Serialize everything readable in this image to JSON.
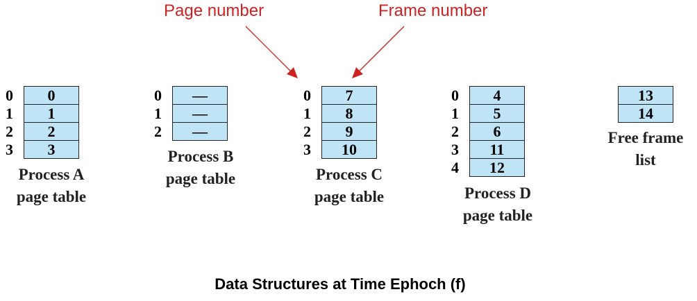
{
  "annotations": {
    "page_number": "Page number",
    "frame_number": "Frame number",
    "color": "#cc2222"
  },
  "cell_fill": "#bfe4f5",
  "tables": [
    {
      "id": "process-a",
      "caption_line1": "Process A",
      "caption_line2": "page table",
      "rows": [
        {
          "index": "0",
          "value": "0"
        },
        {
          "index": "1",
          "value": "1"
        },
        {
          "index": "2",
          "value": "2"
        },
        {
          "index": "3",
          "value": "3"
        }
      ]
    },
    {
      "id": "process-b",
      "caption_line1": "Process B",
      "caption_line2": "page table",
      "rows": [
        {
          "index": "0",
          "value": "—"
        },
        {
          "index": "1",
          "value": "—"
        },
        {
          "index": "2",
          "value": "—"
        }
      ]
    },
    {
      "id": "process-c",
      "caption_line1": "Process C",
      "caption_line2": "page table",
      "rows": [
        {
          "index": "0",
          "value": "7"
        },
        {
          "index": "1",
          "value": "8"
        },
        {
          "index": "2",
          "value": "9"
        },
        {
          "index": "3",
          "value": "10"
        }
      ]
    },
    {
      "id": "process-d",
      "caption_line1": "Process D",
      "caption_line2": "page table",
      "rows": [
        {
          "index": "0",
          "value": "4"
        },
        {
          "index": "1",
          "value": "5"
        },
        {
          "index": "2",
          "value": "6"
        },
        {
          "index": "3",
          "value": "11"
        },
        {
          "index": "4",
          "value": "12"
        }
      ]
    },
    {
      "id": "free-frame-list",
      "caption_line1": "Free frame",
      "caption_line2": "list",
      "rows": [
        {
          "index": "",
          "value": "13"
        },
        {
          "index": "",
          "value": "14"
        }
      ]
    }
  ],
  "footer": "Data Structures at Time Ephoch (f)"
}
